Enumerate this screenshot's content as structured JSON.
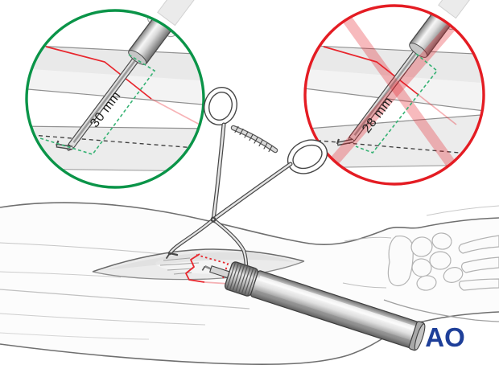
{
  "illustration": {
    "alt": "Depth gauge measurement through a small incision of the forearm, held open with a clamp; correct reading versus incorrect reading",
    "logo": {
      "text": "AO"
    },
    "insets": [
      {
        "id": "correct",
        "measurement_label": "30 mm",
        "ring_color": "#0a9448",
        "crossed_out": false
      },
      {
        "id": "incorrect",
        "measurement_label": "28 mm",
        "ring_color": "#e41c23",
        "crossed_out": true
      }
    ],
    "colors": {
      "measurement_dash_green": "#35b273",
      "wire_red": "#e8262d",
      "fracture_red": "#e8262d",
      "cross_band_red": "#e41c23",
      "logo_blue": "#1e3f99"
    }
  }
}
